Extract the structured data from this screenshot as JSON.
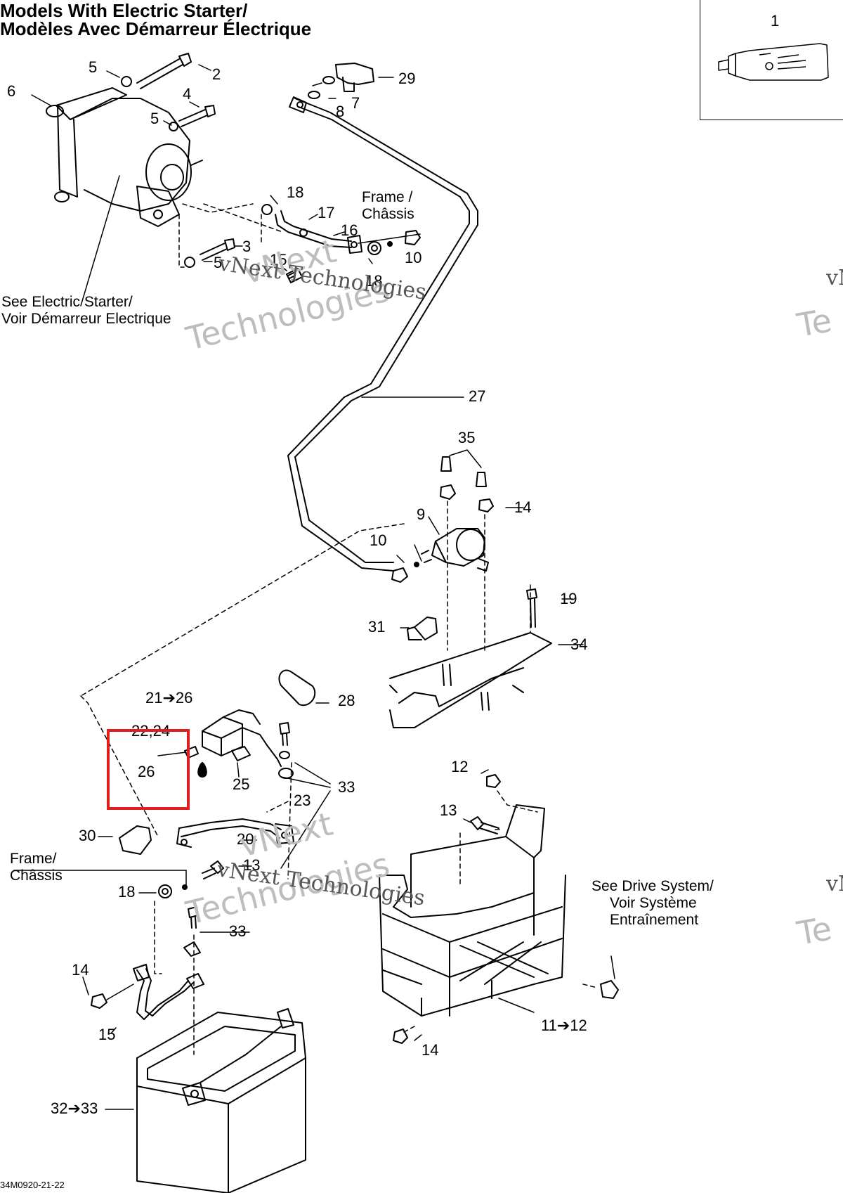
{
  "title": {
    "line1": "Models With Electric Starter/",
    "line2": "Modèles Avec Démarreur Électrique"
  },
  "notes": {
    "electric_starter": [
      "See Electric Starter/",
      "Voir Démarreur Electrique"
    ],
    "frame_top": [
      "Frame /",
      "Châssis"
    ],
    "frame_bottom": [
      "Frame/",
      "Châssis"
    ],
    "drive_system": [
      "See Drive System/",
      "Voir Système",
      "Entraînement"
    ]
  },
  "callouts": {
    "c1": "1",
    "c2": "2",
    "c3": "3",
    "c4": "4",
    "c5a": "5",
    "c5b": "5",
    "c5c": "5",
    "c6": "6",
    "c7": "7",
    "c8": "8",
    "c29": "29",
    "c18a": "18",
    "c17": "17",
    "c16": "16",
    "c15a": "15",
    "c18b": "18",
    "c10a": "10",
    "c27": "27",
    "c35": "35",
    "c14a": "14",
    "c9": "9",
    "c10b": "10",
    "c19": "19",
    "c31": "31",
    "c34": "34",
    "c21_26": "21➔26",
    "c22_24": "22,24",
    "c26": "26",
    "c28": "28",
    "c25": "25",
    "c23": "23",
    "c33a": "33",
    "c12": "12",
    "c13a": "13",
    "c30": "30",
    "c20": "20",
    "c13b": "13",
    "c18c": "18",
    "c33b": "33",
    "c14b": "14",
    "c15b": "15",
    "c11_12": "11➔12",
    "c14c": "14",
    "c32_33": "32➔33"
  },
  "watermarks": {
    "line1": "vNext Technologies",
    "line2": "vNext",
    "line3": "Technologies",
    "edge1": "vN",
    "edge2": "Te"
  },
  "drawing_code": "34M0920-21-22",
  "highlight_color": "#e11e1e"
}
